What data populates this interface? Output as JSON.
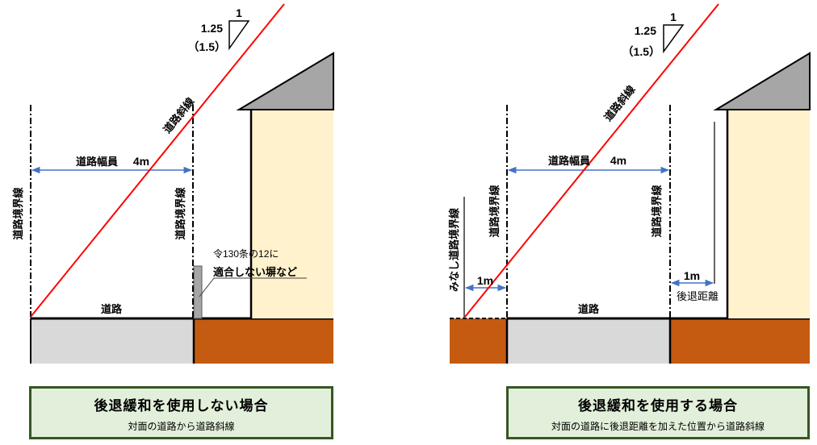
{
  "colors": {
    "slope_line": "#ff0000",
    "dimension_arrow": "#4472c4",
    "road_fill": "#d9d9d9",
    "site_fill": "#c55a11",
    "house_wall": "#fff2cc",
    "roof": "#a6a6a6",
    "caption_bg": "#e2efda",
    "caption_border": "#375623"
  },
  "left": {
    "slope_ratio_top": "1",
    "slope_ratio_main": "1.25",
    "slope_ratio_alt": "（1.5）",
    "slope_line_label": "道路斜線",
    "road_width_label": "道路幅員",
    "road_width_value": "4m",
    "boundary_left_label": "道路境界線",
    "boundary_right_label": "道路境界線",
    "road_label": "道路",
    "fence_note_line1": "令130条の12に",
    "fence_note_line2": "適合しない塀など",
    "caption_title": "後退緩和を使用しない場合",
    "caption_sub": "対面の道路から道路斜線"
  },
  "right": {
    "slope_ratio_top": "1",
    "slope_ratio_main": "1.25",
    "slope_ratio_alt": "（1.5）",
    "slope_line_label": "道路斜線",
    "road_width_label": "道路幅員",
    "road_width_value": "4m",
    "deemed_boundary_label": "みなし道路境界線",
    "boundary_left_label": "道路境界線",
    "boundary_right_label": "道路境界線",
    "deemed_distance": "1m",
    "setback_distance": "1m",
    "setback_label": "後退距離",
    "road_label": "道路",
    "caption_title": "後退緩和を使用する場合",
    "caption_sub": "対面の道路に後退距離を加えた位置から道路斜線"
  }
}
